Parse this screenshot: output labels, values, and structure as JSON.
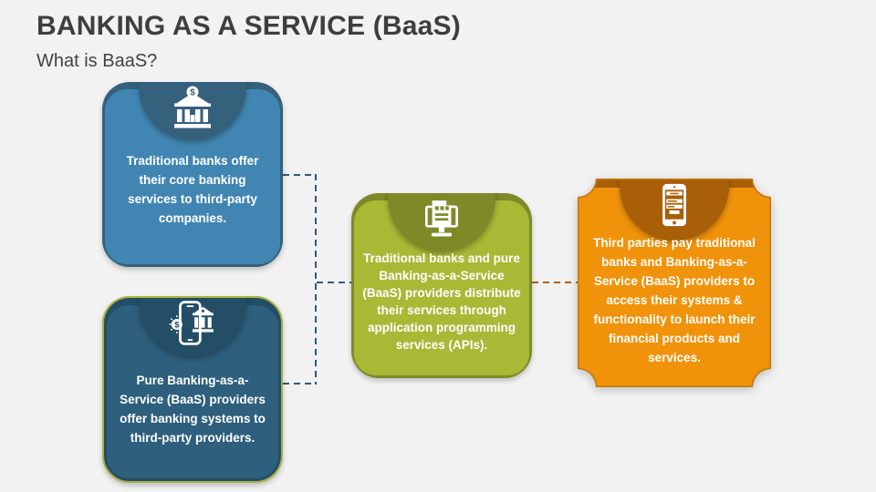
{
  "slide": {
    "title": "BANKING AS A SERVICE (BaaS)",
    "subtitle": "What is BaaS?"
  },
  "boxes": [
    {
      "name": "traditional-banks",
      "icon": "bank-icon",
      "text": "Traditional banks offer their core banking services to third-party companies.",
      "fill": "#4186B2",
      "accent": "#35617C"
    },
    {
      "name": "pure-baas-providers",
      "icon": "mobile-banking-icon",
      "text": "Pure Banking-as-a-Service (BaaS) providers offer banking systems to third-party providers.",
      "fill": "#2E5F7D",
      "accent": "#234E66",
      "border": "#A9B240"
    },
    {
      "name": "api-distribution",
      "icon": "monitor-document-icon",
      "text": "Traditional banks and pure Banking-as-a-Service (BaaS) providers distribute their services through application programming services (APIs).",
      "fill": "#A8B936",
      "accent": "#7E8A28"
    },
    {
      "name": "third-parties-pay",
      "icon": "smartphone-form-icon",
      "text": "Third parties pay traditional banks and Banking-as-a-Service (BaaS) providers to access their systems & functionality to launch their financial products and services.",
      "fill": "#F0930B",
      "accent": "#A85F07",
      "border": "#C1770A"
    }
  ],
  "connectors": {
    "left_color": "#2E5B78",
    "right_color": "#B4610B"
  },
  "background_color": "#F2F2F3",
  "title_color": "#3E3E3E"
}
